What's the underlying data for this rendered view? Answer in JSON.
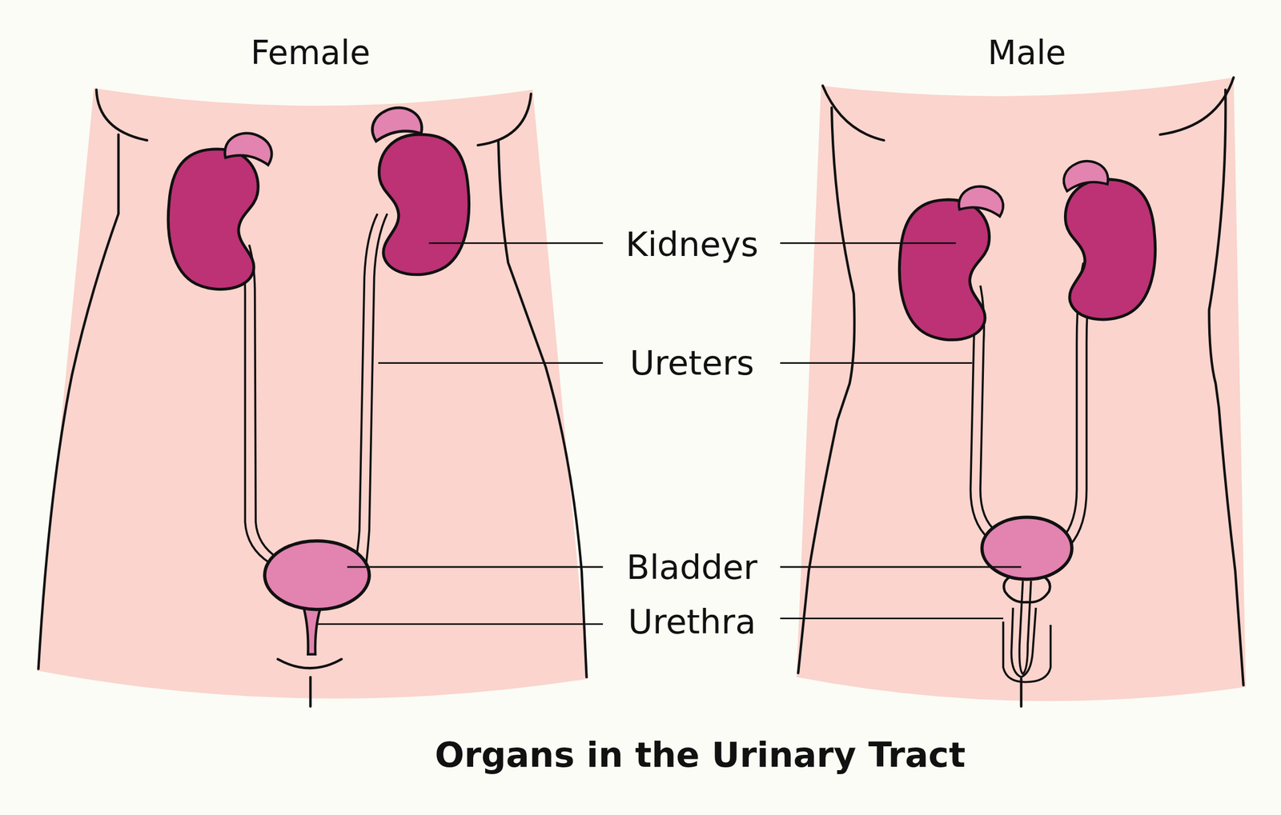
{
  "diagram": {
    "title": "Organs in the Urinary Tract",
    "labels": [
      "Female",
      "Male",
      "Kidneys",
      "Ureters",
      "Bladder",
      "Urethra"
    ]
  }
}
